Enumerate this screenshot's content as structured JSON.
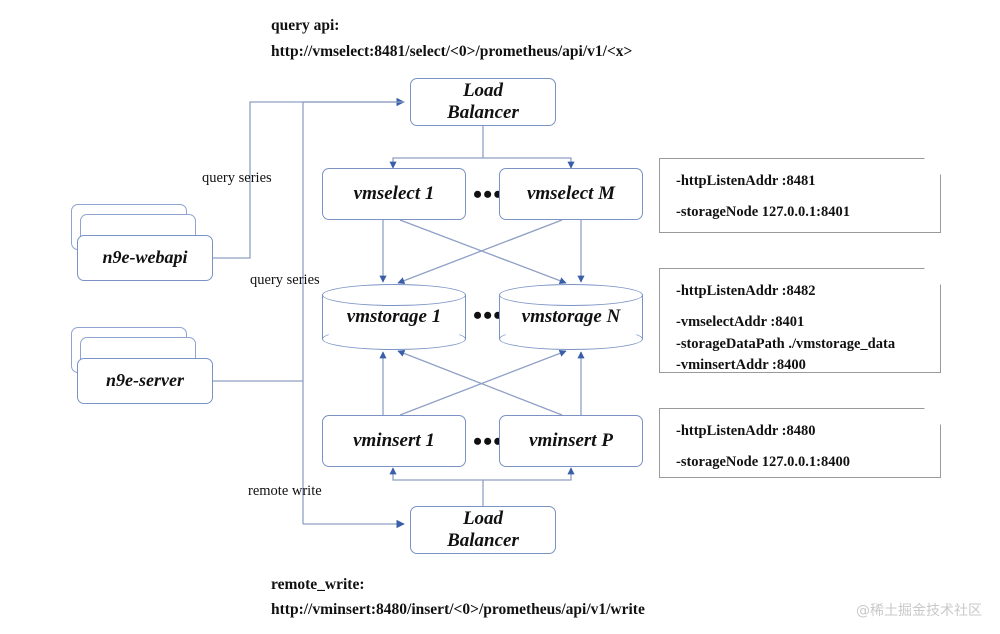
{
  "diagram": {
    "title": "VictoriaMetrics cluster architecture",
    "colors": {
      "node_border": "#7a93c4",
      "edge": "#8fa0c4",
      "arrow_head": "#3a5fa8",
      "note_border": "#9a9a9a",
      "text": "#111111",
      "watermark": "#c9c9c9",
      "background": "#ffffff"
    }
  },
  "annotations": {
    "query_api": {
      "label": "query api:",
      "url": "http://vmselect:8481/select/<0>/prometheus/api/v1/<x>"
    },
    "remote_write": {
      "label": "remote_write:",
      "url": "http://vminsert:8480/insert/<0>/prometheus/api/v1/write"
    }
  },
  "edge_labels": {
    "query_series_top": "query series",
    "query_series_mid": "query series",
    "remote_write": "remote write"
  },
  "clients": [
    {
      "name": "n9e-webapi",
      "stack": 3
    },
    {
      "name": "n9e-server",
      "stack": 3
    }
  ],
  "nodes": {
    "lb_top": "Load\nBalancer",
    "lb_top_line1": "Load",
    "lb_top_line2": "Balancer",
    "lb_bottom_line1": "Load",
    "lb_bottom_line2": "Balancer",
    "vmselect_first": "vmselect 1",
    "vmselect_last": "vmselect M",
    "vmstorage_first": "vmstorage 1",
    "vmstorage_last": "vmstorage N",
    "vminsert_first": "vminsert 1",
    "vminsert_last": "vminsert P",
    "ellipsis": "•••"
  },
  "notes": {
    "vmselect": {
      "line1": "-httpListenAddr :8481",
      "line2": "-storageNode 127.0.0.1:8401"
    },
    "vmstorage": {
      "line1": "-httpListenAddr :8482",
      "line2": "-vmselectAddr :8401",
      "line3": "-storageDataPath ./vmstorage_data",
      "line4": "-vminsertAddr :8400"
    },
    "vminsert": {
      "line1": "-httpListenAddr :8480",
      "line2": "-storageNode 127.0.0.1:8400"
    }
  },
  "watermark": "@稀土掘金技术社区"
}
